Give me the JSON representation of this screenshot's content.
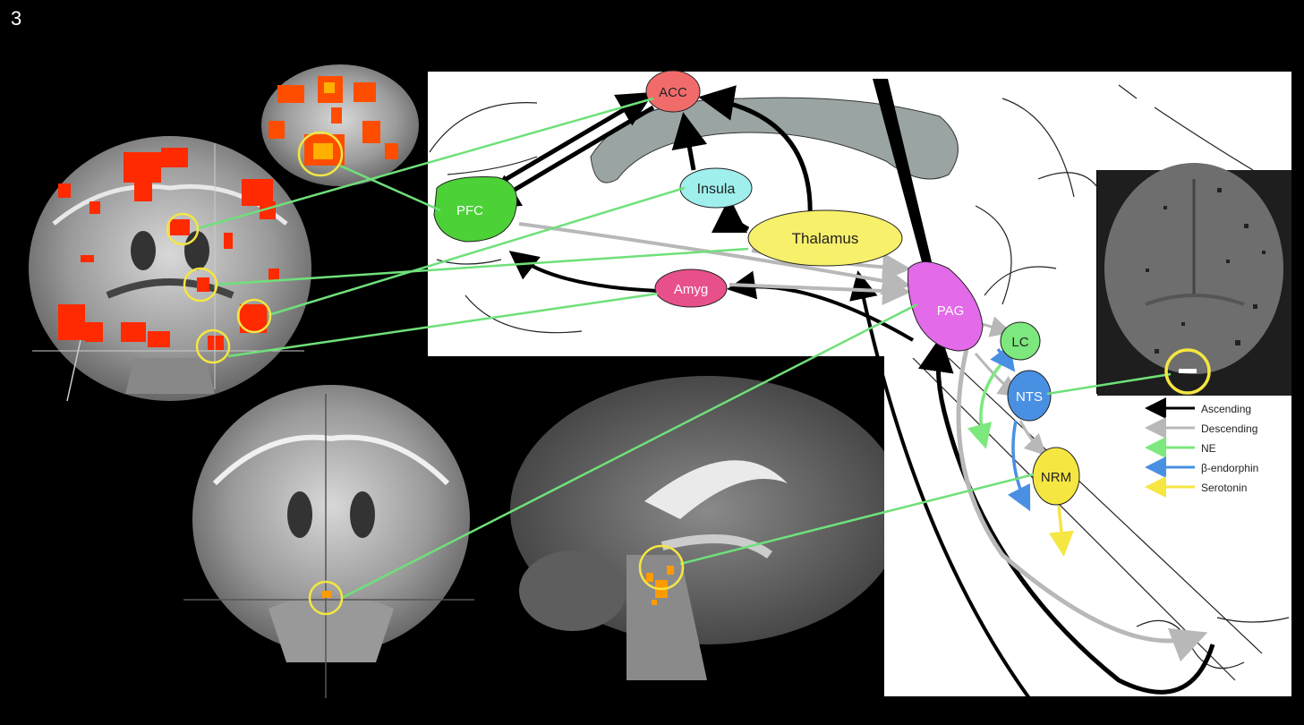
{
  "panel_number": "3",
  "nodes": {
    "acc": "ACC",
    "pfc": "PFC",
    "insula": "Insula",
    "thalamus": "Thalamus",
    "amyg": "Amyg",
    "pag": "PAG",
    "lc": "LC",
    "nts": "NTS",
    "nrm": "NRM"
  },
  "legend": [
    {
      "label": "Ascending",
      "color": "#000000"
    },
    {
      "label": "Descending",
      "color": "#b8b8b8"
    },
    {
      "label": "NE",
      "color": "#7de87d"
    },
    {
      "label": "β-endorphin",
      "color": "#4a90e2"
    },
    {
      "label": "Serotonin",
      "color": "#f5e642"
    }
  ],
  "colors": {
    "acc": "#f26b6b",
    "pfc": "#4cd137",
    "insula": "#9ff0ec",
    "thalamus": "#f7f06a",
    "amyg": "#e8508c",
    "pag": "#e36ae8",
    "lc": "#7de87d",
    "nts": "#4a90e2",
    "nrm": "#f5e642",
    "connector": "#6fe07a",
    "highlight_circle": "#f5e642",
    "activation": "#ff2a00"
  }
}
